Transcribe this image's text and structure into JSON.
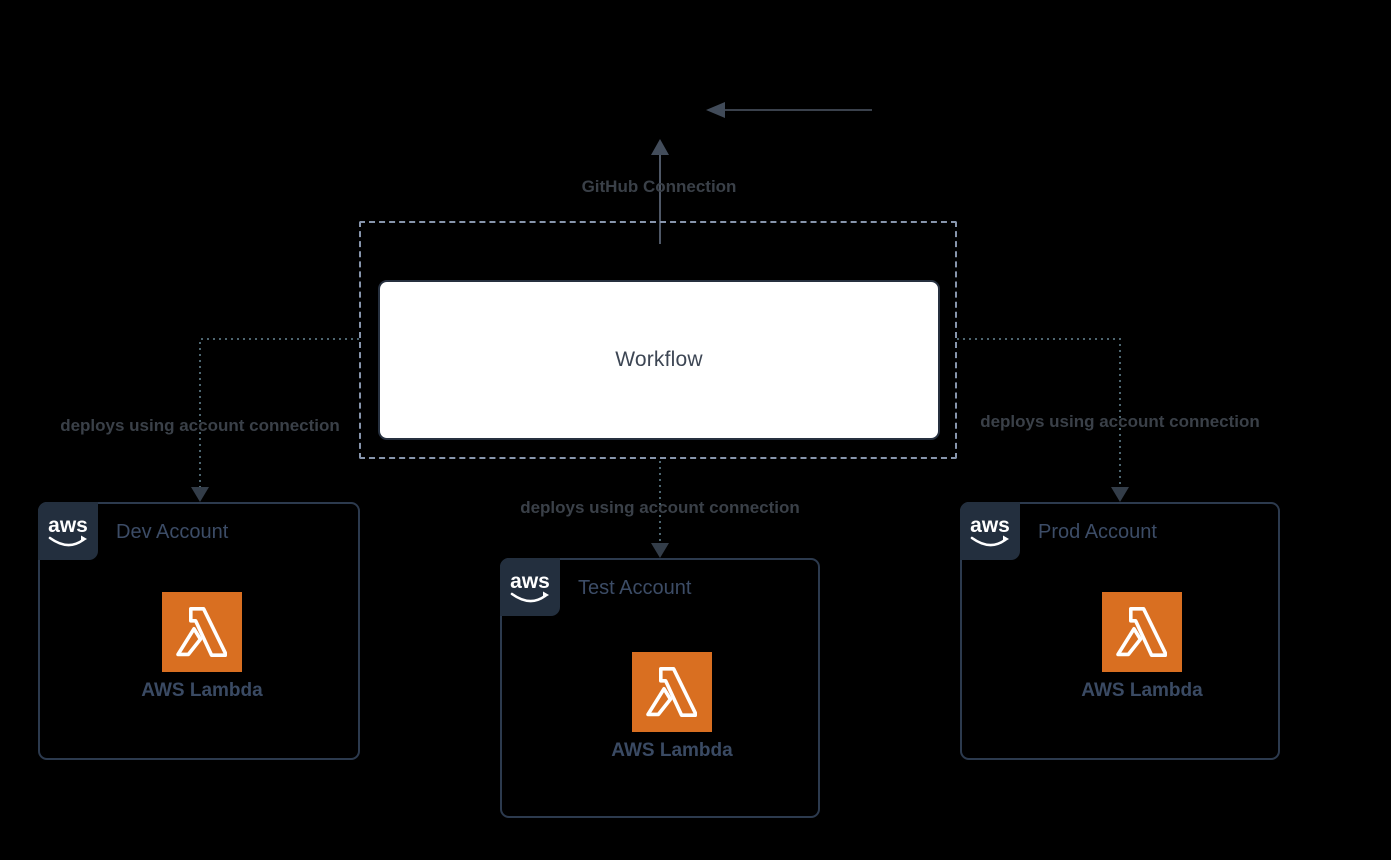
{
  "diagram": {
    "description": "AWS multi-account deployment workflow diagram"
  },
  "workflow": {
    "label": "Workflow"
  },
  "connectors": {
    "github": {
      "label": "GitHub Connection"
    },
    "deploy_dev": {
      "label": "deploys using account connection"
    },
    "deploy_test": {
      "label": "deploys using account connection"
    },
    "deploy_prod": {
      "label": "deploys using account connection"
    }
  },
  "aws_badge": {
    "label": "aws"
  },
  "accounts": [
    {
      "title": "Dev Account",
      "service": "AWS Lambda"
    },
    {
      "title": "Test Account",
      "service": "AWS Lambda"
    },
    {
      "title": "Prod Account",
      "service": "AWS Lambda"
    }
  ],
  "colors": {
    "background": "#000000",
    "dashed_boundary": "#8795ac",
    "workflow_box_bg": "#ffffff",
    "workflow_box_border": "#26303f",
    "workflow_text": "#3d4654",
    "connector_label": "#3a4048",
    "solid_connector": "#4e5766",
    "dotted_connector": "#4d6570",
    "dotted_arrowhead": "#333d49",
    "account_border": "#2c3a4e",
    "account_title": "#3c4c66",
    "aws_badge_bg": "#232f3e",
    "lambda_orange": "#d96f21"
  }
}
